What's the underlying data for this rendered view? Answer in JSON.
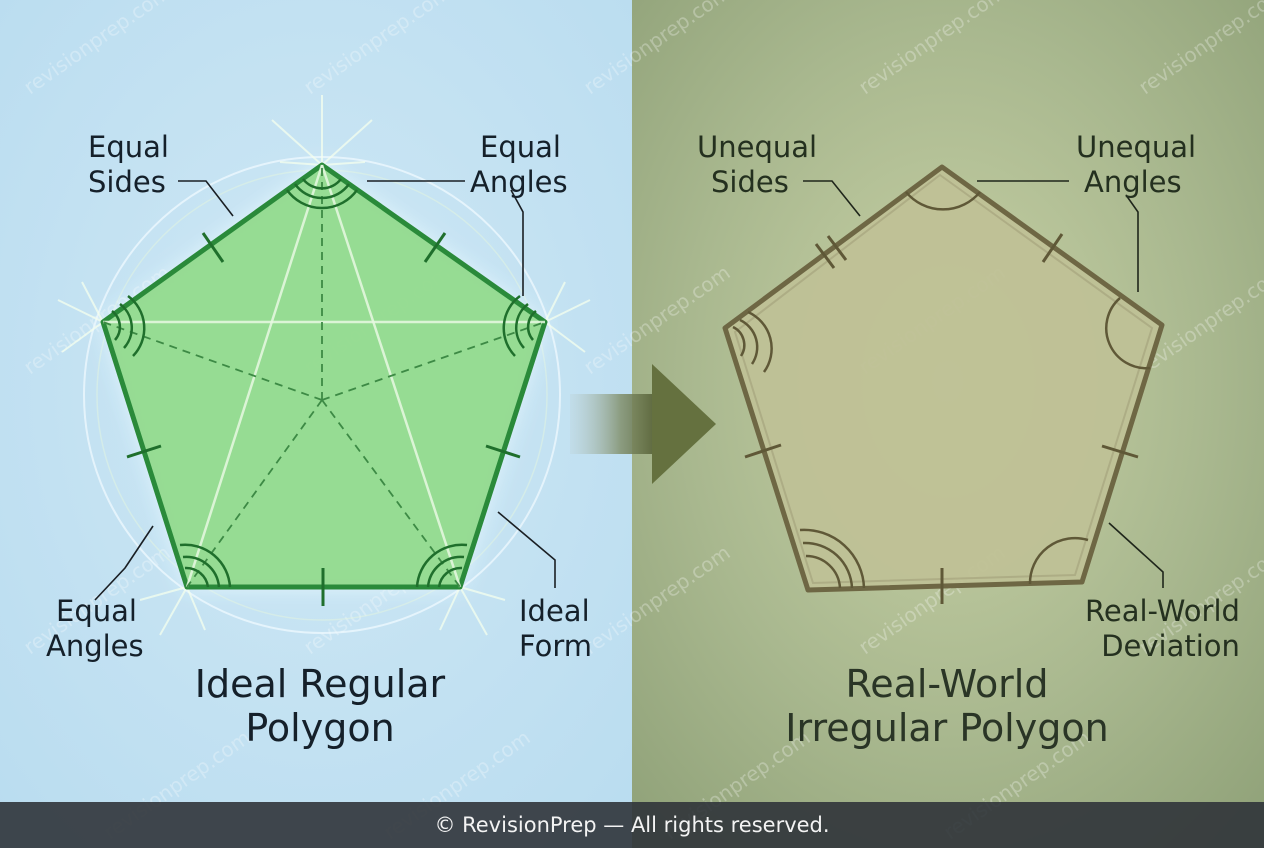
{
  "left_panel": {
    "label_sides": [
      "Equal",
      "Sides"
    ],
    "label_angles_top": [
      "Equal",
      "Angles"
    ],
    "label_angles_bottom": [
      "Equal",
      "Angles"
    ],
    "label_form": [
      "Ideal",
      "Form"
    ],
    "caption": [
      "Ideal Regular",
      "Polygon"
    ]
  },
  "right_panel": {
    "label_sides": [
      "Unequal",
      "Sides"
    ],
    "label_angles": [
      "Unequal",
      "Angles"
    ],
    "label_deviation": [
      "Real-World",
      "Deviation"
    ],
    "caption": [
      "Real-World",
      "Irregular Polygon"
    ]
  },
  "footer": {
    "copyright": "© RevisionPrep — All rights reserved."
  },
  "watermark": "revisionprep.com",
  "colors": {
    "left_background": "#c0e0f0",
    "right_background": "#9aae84",
    "ideal_fill": "#8fd98a",
    "ideal_stroke": "#2a8a3a",
    "real_fill": "#bcc094",
    "real_stroke": "#6e6744",
    "arrow": "#5f6a4a"
  }
}
